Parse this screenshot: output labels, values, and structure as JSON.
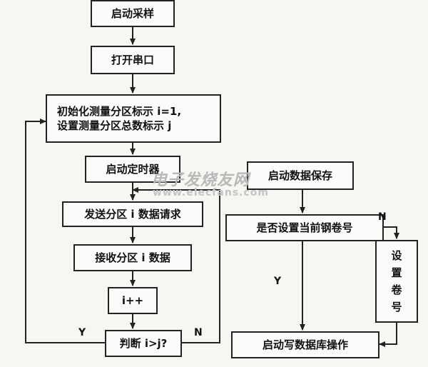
{
  "left_flow": {
    "start_sampling": "启动采样",
    "open_serial": "打开串口",
    "init_line1": "初始化测量分区标示 i=1,",
    "init_line2": "设置测量分区总数标示 j",
    "start_timer": "启动定时器",
    "send_request": "发送分区 i 数据请求",
    "receive_data": "接收分区 i 数据",
    "increment": "i++",
    "judge": "判断 i>j?",
    "yes_label": "Y",
    "no_label": "N"
  },
  "right_flow": {
    "start_save": "启动数据保存",
    "check_coil": "是否设置当前钢卷号",
    "set_coil_chars": [
      "设",
      "置",
      "卷",
      "号"
    ],
    "write_db": "启动写数据库操作",
    "yes_label": "Y",
    "no_label": "N"
  },
  "watermark": {
    "cn": "电子发烧友网",
    "url": "www.elecfans.com"
  }
}
